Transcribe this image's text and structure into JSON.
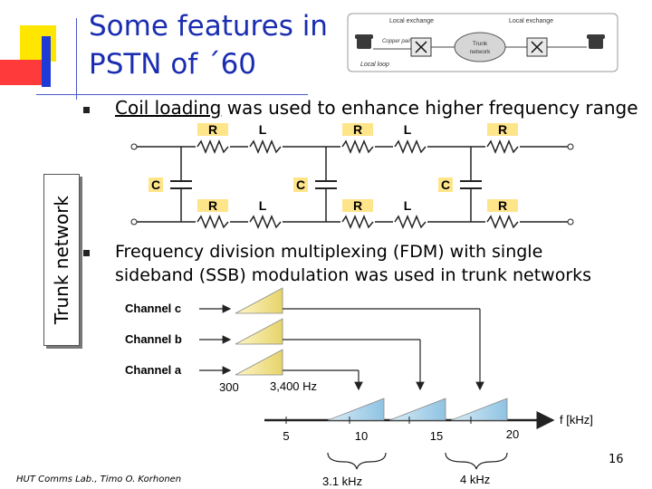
{
  "title": {
    "line1": "Some features in",
    "line2": "PSTN of ´60"
  },
  "side_label": "Trunk network",
  "bullet1": {
    "lead": "Coil loading",
    "rest": " was used to enhance higher frequency range"
  },
  "bullet2": {
    "line1": "Frequency division multiplexing (FDM) with single",
    "line2": "sideband (SSB) modulation was used in trunk networks"
  },
  "exchange_diagram": {
    "local_exchange_left": "Local exchange",
    "local_exchange_right": "Local exchange",
    "copper_pair": "Copper pair",
    "local_loop": "Local loop",
    "trunk_network": "Trunk network"
  },
  "coil_diagram": {
    "resistor_label": "R",
    "inductor_label": "L",
    "capacitor_label": "C"
  },
  "fdm_diagram": {
    "channels": [
      "Channel c",
      "Channel b",
      "Channel a"
    ],
    "freq_low": "300",
    "freq_high": "3,400 Hz",
    "axis_label": "f [kHz]",
    "ticks": [
      "5",
      "10",
      "15",
      "20"
    ],
    "bw_voice": "3.1 kHz",
    "bw_slot": "4 kHz"
  },
  "footer": "HUT Comms Lab., Timo O. Korhonen",
  "page_number": "16"
}
